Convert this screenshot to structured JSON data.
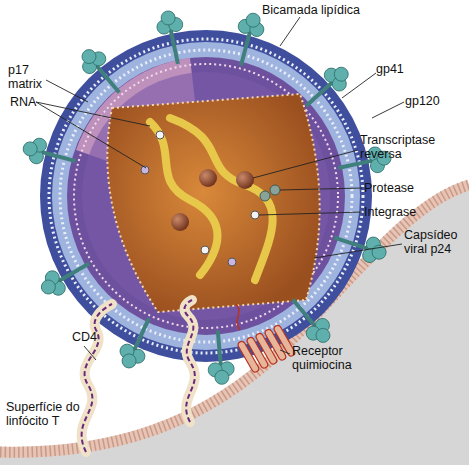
{
  "diagram": {
    "labels": [
      "Bicamada lipídica",
      "p17 matrix",
      "RNA",
      "gp41",
      "gp120",
      "Transcriptase reversa",
      "Protease",
      "Integrase",
      "Capsídeo viral p24",
      "CD4",
      "Receptor quimiocina",
      "Superfície do linfócito T"
    ]
  }
}
